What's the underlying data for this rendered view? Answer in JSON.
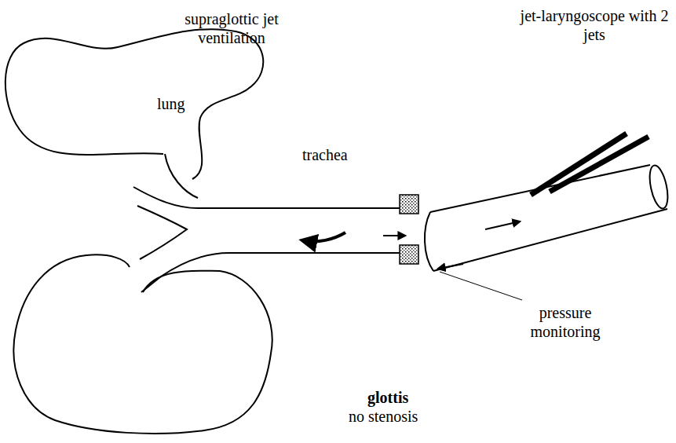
{
  "diagram": {
    "title": "supraglottic jet ventilation",
    "labels": [
      "lung",
      "trachea",
      "jet-laryngoscope with 2 jets",
      "glottis",
      "no stenosis",
      "pressure monitoring"
    ]
  }
}
